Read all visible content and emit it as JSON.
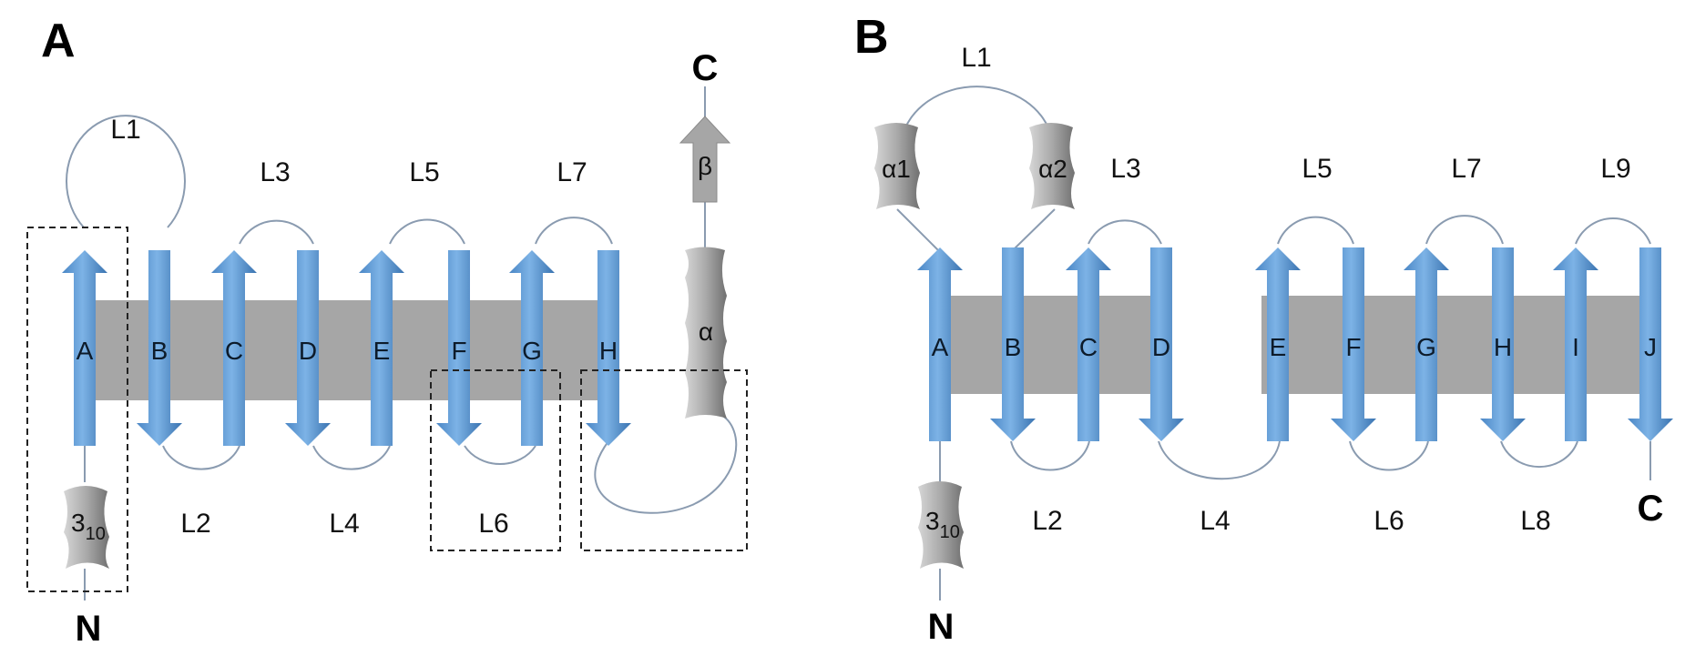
{
  "colors": {
    "strand": "#5b9bd5",
    "strand_dark": "#2e6fae",
    "sheet": "#a6a6a6",
    "helix": "#a0a0a0",
    "loop": "#8a9bb0"
  },
  "panel_a": {
    "label": "A",
    "n_terminus": "N",
    "c_terminus": "C",
    "strands": [
      "A",
      "B",
      "C",
      "D",
      "E",
      "F",
      "G",
      "H"
    ],
    "loops": [
      "L1",
      "L2",
      "L3",
      "L4",
      "L5",
      "L6",
      "L7"
    ],
    "helix_310": {
      "main": "3",
      "sub": "10"
    },
    "helix_alpha": "α",
    "c_strand": "β"
  },
  "panel_b": {
    "label": "B",
    "n_terminus": "N",
    "c_terminus": "C",
    "strands": [
      "A",
      "B",
      "C",
      "D",
      "E",
      "F",
      "G",
      "H",
      "I",
      "J"
    ],
    "loops": [
      "L1",
      "L2",
      "L3",
      "L4",
      "L5",
      "L6",
      "L7",
      "L8",
      "L9"
    ],
    "helix_310": {
      "main": "3",
      "sub": "10"
    },
    "helix_alpha1": "α1",
    "helix_alpha2": "α2"
  }
}
